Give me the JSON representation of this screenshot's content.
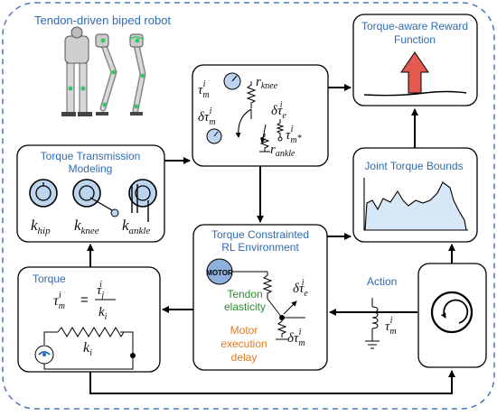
{
  "title": "Tendon-driven biped robot",
  "boxes": {
    "reward": {
      "line1": "Torque-aware Reward",
      "line2": "Function"
    },
    "transmission": {
      "line1": "Torque Transmission",
      "line2": "Modeling"
    },
    "bounds": {
      "label": "Joint Torque Bounds"
    },
    "environment": {
      "line1": "Torque Constrainted",
      "line2": "RL Environment"
    },
    "torque": {
      "label": "Torque"
    }
  },
  "labels": {
    "action": "Action",
    "motor": "MOTOR",
    "tendon_line1": "Tendon",
    "tendon_line2": "elasticity",
    "motor_delay_line1": "Motor",
    "motor_delay_line2": "execution",
    "motor_delay_line3": "delay"
  },
  "symbols": {
    "tau": "τ",
    "delta_tau": "δτ",
    "k": "k",
    "r": "r",
    "sub_m": "m",
    "sub_e": "e",
    "sub_j": "j",
    "sub_i": "i",
    "sup_i": "i",
    "sub_knee_r": "knee",
    "sub_ankle_r": "ankle",
    "sub_hip": "hip",
    "sub_knee": "knee",
    "sub_ankle": "ankle",
    "star": "*",
    "equals": "="
  },
  "colors": {
    "blue_text": "#2f6bb0",
    "green_text": "#2e8b2e",
    "orange_text": "#e07a1f",
    "reward_arrow": "#e35a50",
    "area_fill": "#d6e8f7",
    "gauge_fill": "#bcd4ee",
    "motor_fill": "#8fb0dd"
  }
}
